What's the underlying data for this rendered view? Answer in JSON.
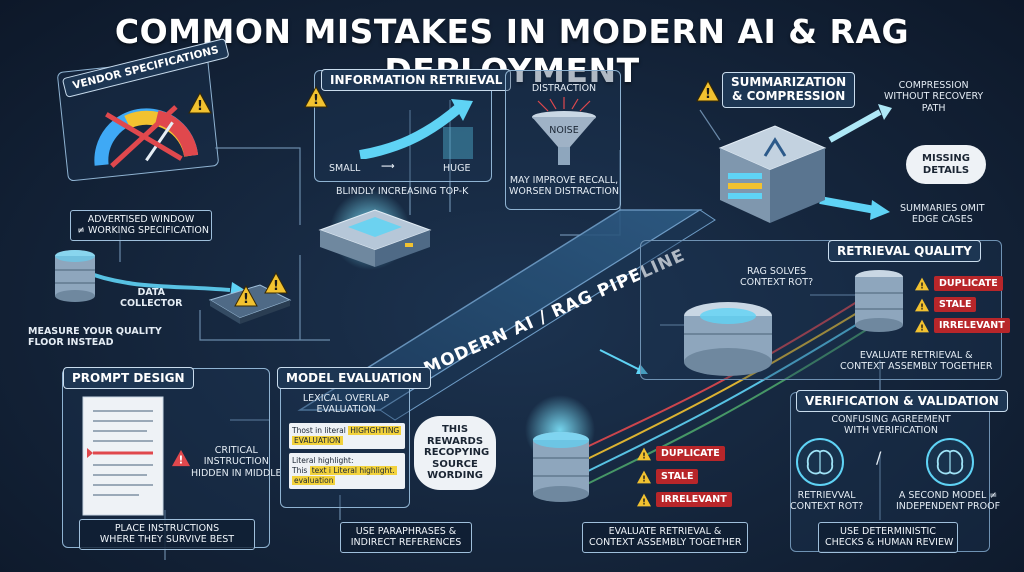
{
  "title": "COMMON MISTAKES IN MODERN AI & RAG DEPLOYMENT",
  "vendor": {
    "header": "VENDOR SPECIFICATIONS",
    "caption_line1": "ADVERTISED WINDOW",
    "caption_line2": "≠ WORKING SPECIFICATION",
    "collector_line1": "DATA",
    "collector_line2": "COLLECTOR",
    "measure_line1": "MEASURE YOUR QUALITY",
    "measure_line2": "FLOOR INSTEAD"
  },
  "retrieval": {
    "header": "INFORMATION RETRIEVAL",
    "small": "SMALL",
    "huge": "HUGE",
    "caption": "BLINDLY INCREASING TOP-K"
  },
  "distraction": {
    "top": "DISTRACTION",
    "noise": "NOISE",
    "caption_line1": "MAY IMPROVE RECALL,",
    "caption_line2": "WORSEN DISTRACTION"
  },
  "summarization": {
    "header_line1": "SUMMARIZATION",
    "header_line2": "& COMPRESSION",
    "compression_line1": "COMPRESSION",
    "compression_line2": "WITHOUT RECOVERY",
    "compression_line3": "PATH",
    "missing_line1": "MISSING",
    "missing_line2": "DETAILS",
    "omit_line1": "SUMMARIES OMIT",
    "omit_line2": "EDGE CASES"
  },
  "pipeline": {
    "label": "MODERN AI / RAG PIPELINE"
  },
  "retrieval_quality": {
    "header": "RETRIEVAL QUALITY",
    "question_line1": "RAG SOLVES",
    "question_line2": "CONTEXT ROT?",
    "tags": [
      "DUPLICATE",
      "STALE",
      "IRRELEVANT"
    ],
    "caption_line1": "EVALUATE RETRIEVAL &",
    "caption_line2": "CONTEXT ASSEMBLY TOGETHER"
  },
  "prompt": {
    "header": "PROMPT DESIGN",
    "critical_line1": "CRITICAL",
    "critical_line2": "INSTRUCTION",
    "critical_line3": "HIDDEN IN MIDDLE",
    "caption_line1": "PLACE INSTRUCTIONS",
    "caption_line2": "WHERE THEY SURVIVE BEST"
  },
  "evaluation": {
    "header": "MODEL EVALUATION",
    "sub_line1": "LEXICAL OVERLAP",
    "sub_line2": "EVALUATION",
    "doc1_pre": "Thost in literal",
    "doc1_hl": "HIGHGHTING",
    "doc1_hl2": "EVALUATION",
    "doc2_label": "Literal highlight:",
    "doc2_pre": "This",
    "doc2_hl": "text i Literal highlight.",
    "doc2_hl2": "evaluation",
    "bubble_line1": "THIS REWARDS",
    "bubble_line2": "RECOPYING",
    "bubble_line3": "SOURCE",
    "bubble_line4": "WORDING",
    "caption_line1": "USE PARAPHRASES &",
    "caption_line2": "INDIRECT REFERENCES"
  },
  "bottom_db": {
    "tags": [
      "DUPLICATE",
      "STALE",
      "IRRELEVANT"
    ],
    "caption_line1": "EVALUATE RETRIEVAL &",
    "caption_line2": "CONTEXT ASSEMBLY TOGETHER"
  },
  "verification": {
    "header": "VERIFICATION & VALIDATION",
    "sub_line1": "CONFUSING AGREEMENT",
    "sub_line2": "WITH VERIFICATION",
    "left_line1": "RETRIEVVAL",
    "left_line2": "CONTEXT ROT?",
    "right_line1": "A SECOND MODEL ≠",
    "right_line2": "INDEPENDENT PROOF",
    "caption_line1": "USE DETERMINISTIC",
    "caption_line2": "CHECKS & HUMAN REVIEW"
  },
  "colors": {
    "background": "#14243a",
    "panel_border": "#8fb3d2",
    "warning": "#f2c230",
    "tag_red": "#b8262a",
    "glow_blue": "#5fd3f5"
  }
}
